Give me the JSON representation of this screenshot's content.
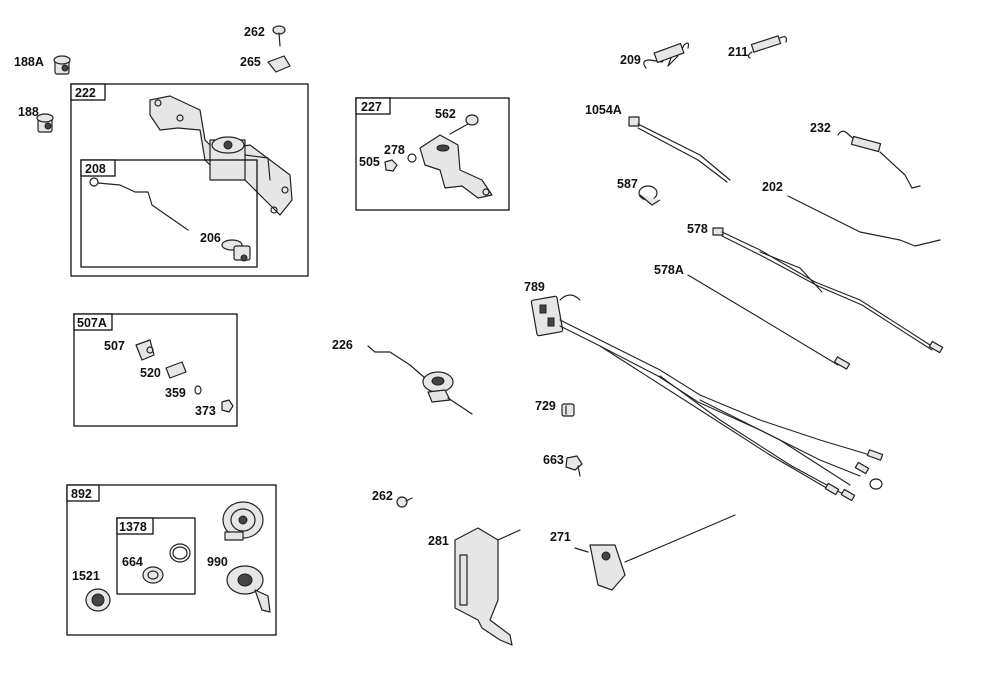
{
  "boxes": {
    "b222": "222",
    "b208": "208",
    "b227": "227",
    "b507a": "507A",
    "b892": "892",
    "b1378": "1378"
  },
  "labels": {
    "p188a": "188A",
    "p188": "188",
    "p262a": "262",
    "p265": "265",
    "p206": "206",
    "p562": "562",
    "p278": "278",
    "p505": "505",
    "p507": "507",
    "p520": "520",
    "p359": "359",
    "p373": "373",
    "p664": "664",
    "p990": "990",
    "p1521": "1521",
    "p226": "226",
    "p262b": "262",
    "p281": "281",
    "p271": "271",
    "p209": "209",
    "p211": "211",
    "p1054a": "1054A",
    "p232": "232",
    "p587": "587",
    "p202": "202",
    "p578": "578",
    "p578a": "578A",
    "p789": "789",
    "p729": "729",
    "p663": "663"
  }
}
